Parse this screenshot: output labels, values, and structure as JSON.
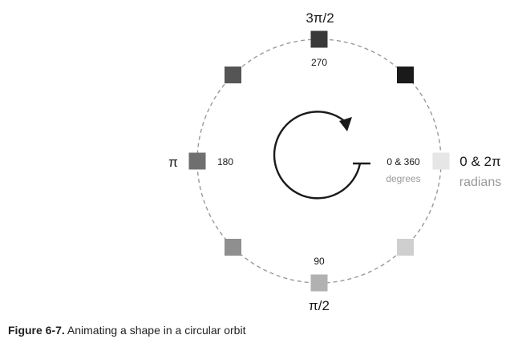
{
  "diagram": {
    "radian_labels": {
      "top": "3π/2",
      "left": "π",
      "bottom": "π/2",
      "right": "0 & 2π",
      "right_unit": "radians"
    },
    "degree_labels": {
      "top": "270",
      "left": "180",
      "bottom": "90",
      "right": "0 & 360",
      "right_unit": "degrees"
    },
    "squares": [
      {
        "name": "square-0-degrees",
        "angle": 0,
        "color": "#e6e6e6"
      },
      {
        "name": "square-45-degrees",
        "angle": 45,
        "color": "#cfcfcf"
      },
      {
        "name": "square-90-degrees",
        "angle": 90,
        "color": "#b1b1b1"
      },
      {
        "name": "square-135-degrees",
        "angle": 135,
        "color": "#8f8f8f"
      },
      {
        "name": "square-180-degrees",
        "angle": 180,
        "color": "#6f6f6f"
      },
      {
        "name": "square-225-degrees",
        "angle": 225,
        "color": "#555555"
      },
      {
        "name": "square-270-degrees",
        "angle": 270,
        "color": "#3a3a3a"
      },
      {
        "name": "square-315-degrees",
        "angle": 315,
        "color": "#1a1a1a"
      }
    ],
    "orbit_color": "#999999",
    "arrow_color": "#1a1a1a"
  },
  "caption": {
    "figure_label": "Figure 6-7.",
    "text": " Animating a shape in a circular orbit"
  }
}
